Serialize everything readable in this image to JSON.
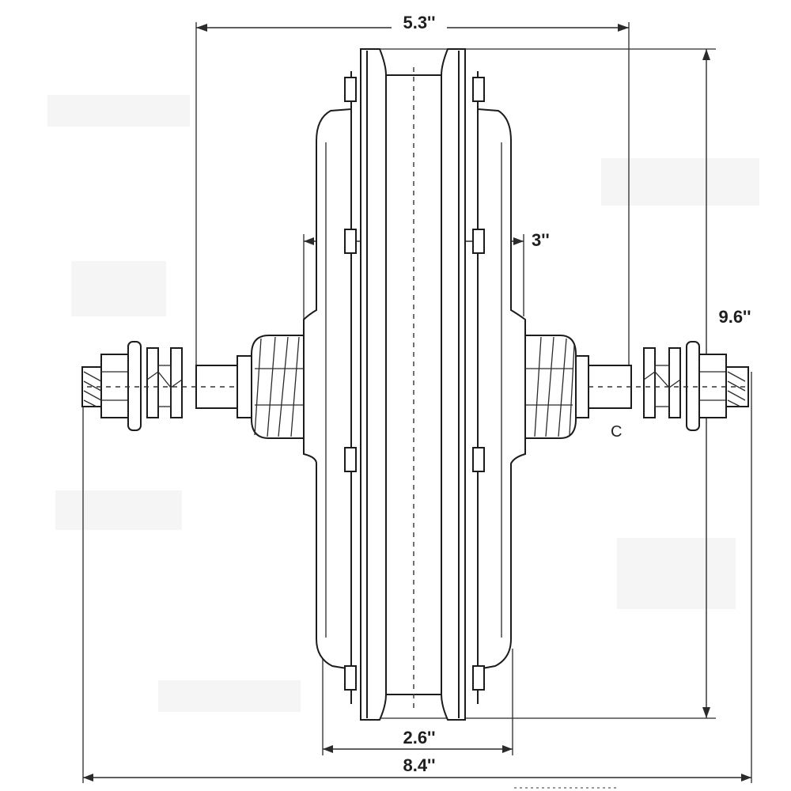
{
  "dimensions": {
    "top_width": "5.3''",
    "flange_width": "3''",
    "diameter": "9.6''",
    "rim_width": "2.6''",
    "axle_length": "8.4''"
  },
  "marks": {
    "c_mark": "C"
  }
}
